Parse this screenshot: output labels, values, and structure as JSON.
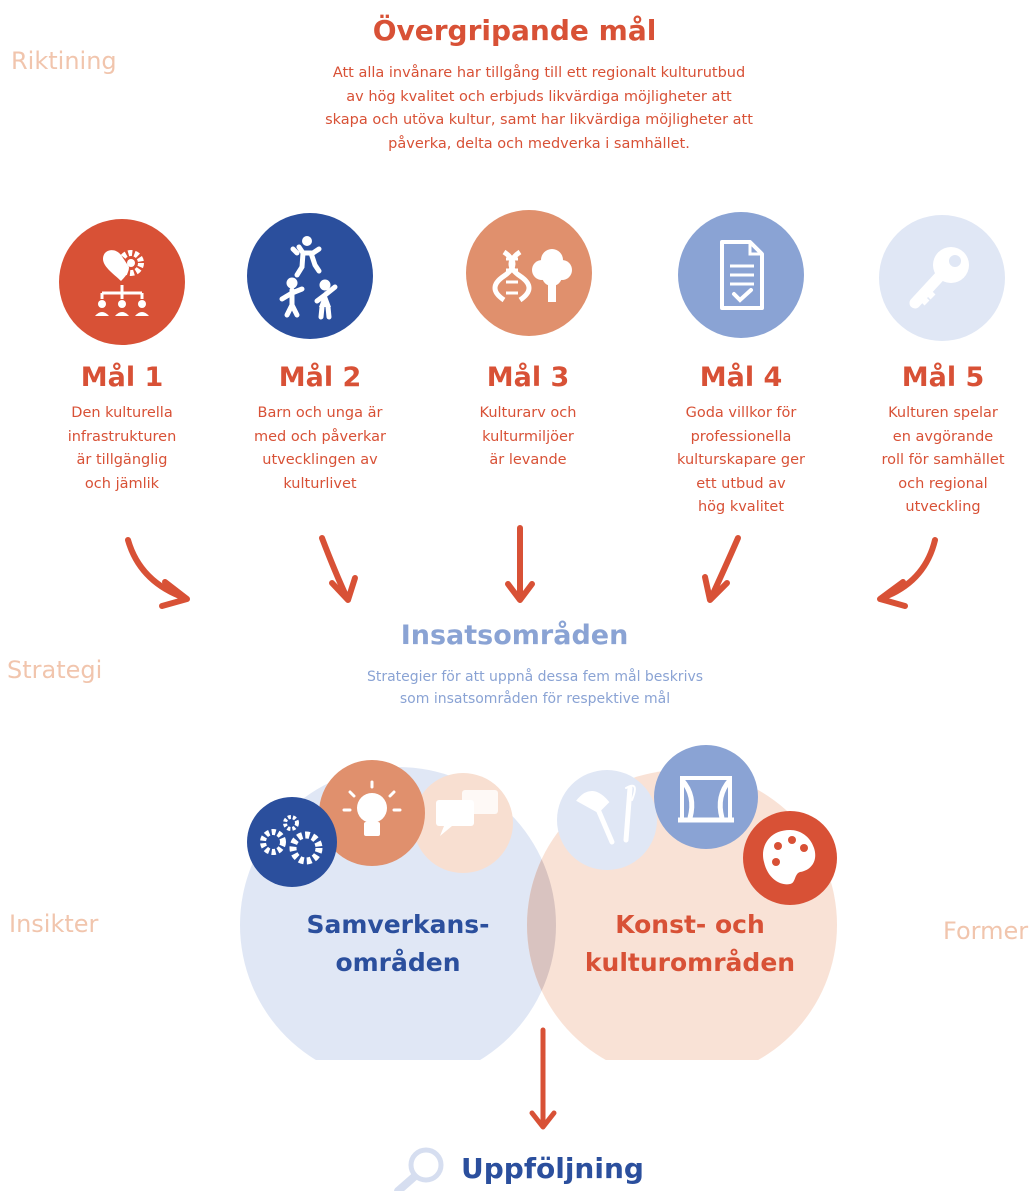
{
  "side_labels": {
    "riktning": "Riktining",
    "strategi": "Strategi",
    "insikter": "Insikter",
    "former": "Former"
  },
  "overall_goal": {
    "title": "Övergripande mål",
    "description_lines": [
      "Att alla invånare har tillgång till ett regionalt kulturutbud",
      "av hög kvalitet och erbjuds likvärdiga möjligheter att",
      "skapa och utöva kultur, samt har likvärdiga möjligheter att",
      "påverka, delta och medverka i samhället."
    ]
  },
  "goals": [
    {
      "title": "Mål 1",
      "icon": "heart-gear-people-icon",
      "color": "#d85136",
      "lines": [
        "Den kulturella",
        "infrastrukturen",
        "är tillgänglig",
        "och jämlik"
      ]
    },
    {
      "title": "Mål 2",
      "icon": "children-playing-icon",
      "color": "#2b4f9d",
      "lines": [
        "Barn och unga är",
        "med och påverkar",
        "utvecklingen av",
        "kulturlivet"
      ]
    },
    {
      "title": "Mål 3",
      "icon": "dna-tree-icon",
      "color": "#e0906d",
      "lines": [
        "Kulturarv och",
        "kulturmiljöer",
        "är levande"
      ]
    },
    {
      "title": "Mål 4",
      "icon": "document-check-icon",
      "color": "#8aa3d4",
      "lines": [
        "Goda villkor för",
        "professionella",
        "kulturskapare ger",
        "ett utbud av",
        "hög kvalitet"
      ]
    },
    {
      "title": "Mål 5",
      "icon": "key-icon",
      "color": "#e0e7f5",
      "lines": [
        "Kulturen spelar",
        "en avgörande",
        "roll för samhället",
        "och regional",
        "utveckling"
      ]
    }
  ],
  "insatsomraden": {
    "title": "Insatsområden",
    "description_lines": [
      "Strategier för att uppnå dessa fem mål beskrivs",
      "som insatsområden för respektive mål"
    ]
  },
  "venn": {
    "left": {
      "lines": [
        "Samverkans-",
        "områden"
      ],
      "color": "#2b4f9d",
      "fill": "#e0e7f5",
      "icons": [
        "gears-icon",
        "lightbulb-icon",
        "speech-bubbles-icon"
      ]
    },
    "right": {
      "lines": [
        "Konst- och",
        "kulturområden"
      ],
      "color": "#d85136",
      "fill": "#f8dfd1",
      "icons": [
        "axe-needle-icon",
        "theater-stage-icon",
        "palette-icon"
      ]
    }
  },
  "follow_up": {
    "title": "Uppföljning",
    "icon": "magnifier-icon"
  },
  "colors": {
    "accent_red": "#d85136",
    "dark_blue": "#2b4f9d",
    "salmon": "#e0906d",
    "light_blue": "#8aa3d4",
    "pale_blue": "#e0e7f5",
    "pale_peach": "#f8dfd1",
    "side_label": "#f1c5ad"
  }
}
